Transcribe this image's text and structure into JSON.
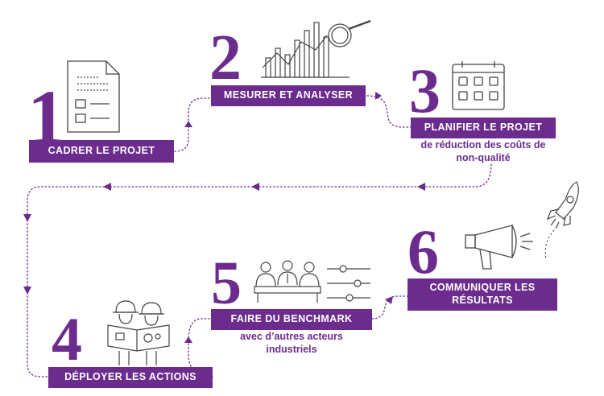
{
  "colors": {
    "accent": "#6b2c8e",
    "line": "#444444"
  },
  "steps": [
    {
      "number": "1",
      "label": "CADRER LE PROJET",
      "subtitle": "",
      "icon": "document-icon"
    },
    {
      "number": "2",
      "label": "MESURER ET ANALYSER",
      "subtitle": "",
      "icon": "chart-magnifier-icon"
    },
    {
      "number": "3",
      "label": "PLANIFIER LE PROJET",
      "subtitle": "de réduction des coûts de non-qualité",
      "icon": "calendar-icon"
    },
    {
      "number": "4",
      "label": "DÉPLOYER LES ACTIONS",
      "subtitle": "",
      "icon": "workers-blueprint-icon"
    },
    {
      "number": "5",
      "label": "FAIRE DU BENCHMARK",
      "subtitle": "avec d’autres acteurs industriels",
      "icon": "meeting-sliders-icon"
    },
    {
      "number": "6",
      "label": "COMMUNIQUER LES RÉSULTATS",
      "subtitle": "",
      "icon": "megaphone-rocket-icon"
    }
  ]
}
